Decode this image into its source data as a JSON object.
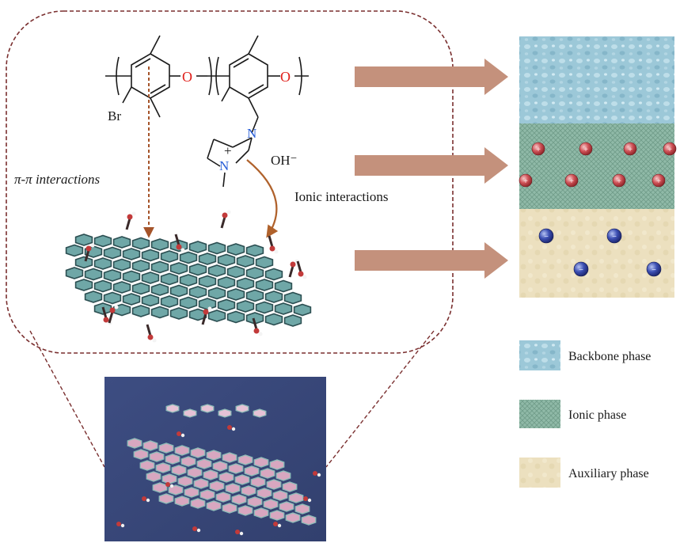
{
  "labels": {
    "bromine": "Br",
    "oxygen": "O",
    "nitrogen": "N",
    "plus_sign": "+",
    "hydroxide": "OH⁻",
    "pi_interactions": "π-π interactions",
    "ionic_interactions": "Ionic interactions"
  },
  "legend": [
    {
      "label": "Backbone phase",
      "color": "#9cc8d8"
    },
    {
      "label": "Ionic phase",
      "color": "#8fb9a7"
    },
    {
      "label": "Auxiliary phase",
      "color": "#ece0bf"
    }
  ],
  "ion_symbols": {
    "cation": "+",
    "anion": "−"
  },
  "colors": {
    "dashed_frame": "#7a2f2f",
    "arrow": "#c4917c",
    "pi_arrow": "#a5542a",
    "ionic_arrow": "#b0622c",
    "backbone": "#9cc8d8",
    "ionic": "#8fb9a7",
    "auxiliary": "#ece0bf",
    "cation": "#c0454b",
    "anion": "#2e3d98",
    "render_bg": "#38487a"
  }
}
